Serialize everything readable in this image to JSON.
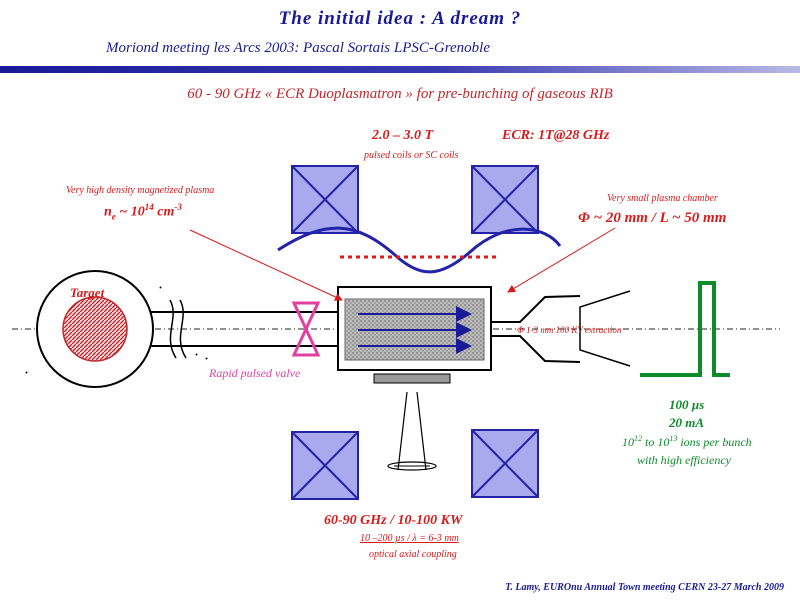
{
  "slide": {
    "title": "The initial idea : A dream ?",
    "subtitle": "Moriond meeting les Arcs 2003: Pascal Sortais LPSC-Grenoble",
    "section_title": "60 - 90 GHz « ECR  Duoplasmatron » for pre-bunching of gaseous RIB",
    "footer": "T. Lamy, EUROnu Annual Town meeting CERN 23-27 March 2009"
  },
  "labels": {
    "field_value": "2.0 – 3.0 T",
    "coils_note": "pulsed coils or SC coils",
    "ecr_resonance": "ECR: 1T@28 GHz",
    "plasma_density_note": "Very high density magnetized plasma",
    "plasma_density_symbol": "n",
    "plasma_density_sub": "e",
    "plasma_density_value": " ~ 10",
    "plasma_density_exp": "14",
    "plasma_density_unit": " cm",
    "plasma_density_unit_exp": "-3",
    "chamber_note": "Very small plasma chamber",
    "chamber_dims": "Φ ~ 20 mm / L ~ 50 mm",
    "target": "Target",
    "valve": "Rapid pulsed valve",
    "extraction": "Φ 1-3 mm 100 KV extraction",
    "pulse_width": "100 µs",
    "pulse_current": "20 mA",
    "ions_per_bunch_a": "10",
    "ions_per_bunch_exp_a": "12",
    "ions_per_bunch_b": " to 10",
    "ions_per_bunch_exp_b": "13",
    "ions_per_bunch_c": " ions per bunch",
    "efficiency": "with high efficiency",
    "rf_power": "60-90 GHz / 10-100 KW",
    "rf_pulse": "10 –200 µs / λ = 6-3 mm",
    "rf_coupling": "optical axial coupling"
  },
  "colors": {
    "navy": "#1a1a99",
    "red": "#d81a1a",
    "green": "#0e8c2b",
    "pink": "#e040a0",
    "coil_fill": "#a9a9ee",
    "coil_stroke": "#2323a8"
  }
}
